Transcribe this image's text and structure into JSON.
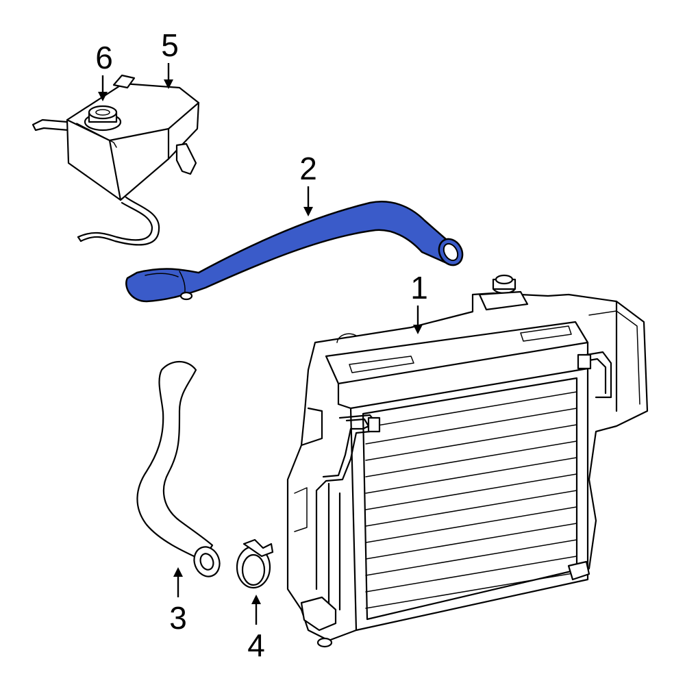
{
  "diagram": {
    "highlight_color": "#3a5bc9",
    "line_color": "#000000",
    "background": "#ffffff",
    "callouts": [
      {
        "id": "1",
        "label": "1"
      },
      {
        "id": "2",
        "label": "2"
      },
      {
        "id": "3",
        "label": "3"
      },
      {
        "id": "4",
        "label": "4"
      },
      {
        "id": "5",
        "label": "5"
      },
      {
        "id": "6",
        "label": "6"
      }
    ]
  }
}
